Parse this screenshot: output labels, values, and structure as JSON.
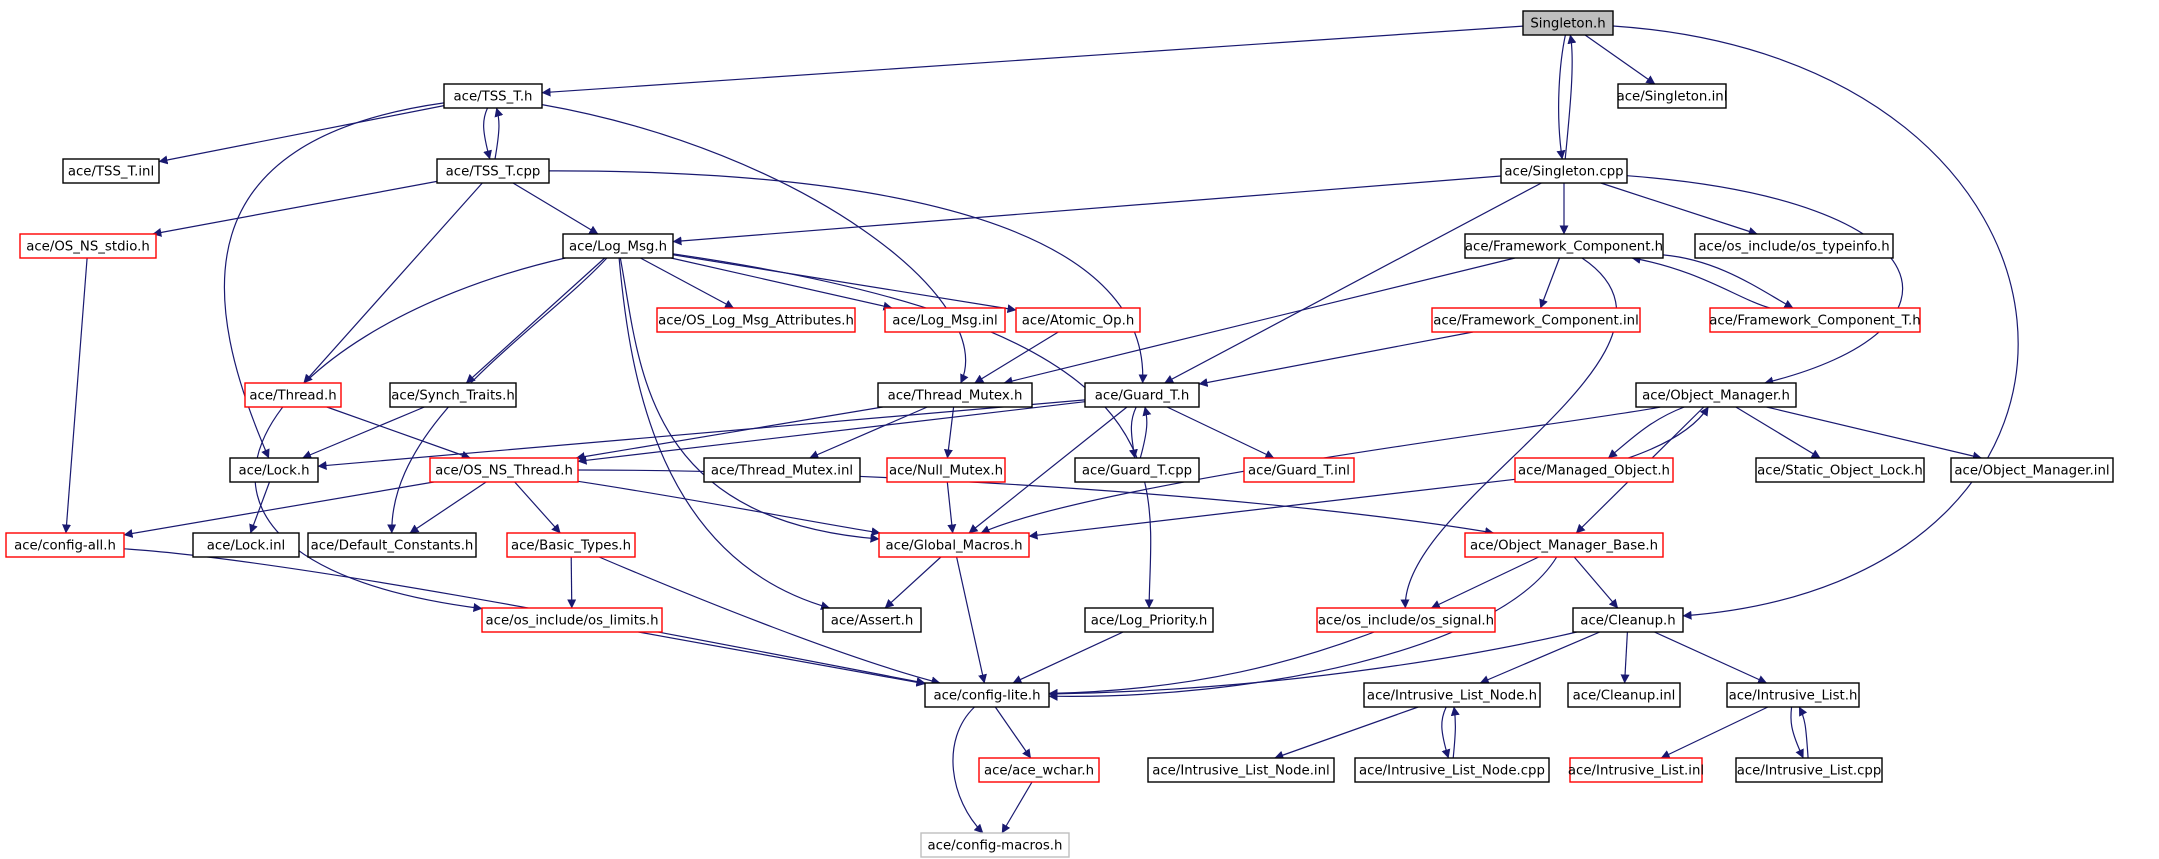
{
  "colors": {
    "edge": "#191970",
    "root_fill": "#bfbfbf",
    "plain_border": "#000000",
    "external_border": "#ff0000",
    "undocumented_border": "#bfbfbf",
    "background": "#ffffff"
  },
  "nodes": [
    {
      "id": "singleton_h",
      "label": "Singleton.h",
      "style": "root"
    },
    {
      "id": "tss_t_h",
      "label": "ace/TSS_T.h",
      "style": "plain"
    },
    {
      "id": "singleton_inl",
      "label": "ace/Singleton.inl",
      "style": "plain"
    },
    {
      "id": "tss_t_inl",
      "label": "ace/TSS_T.inl",
      "style": "plain"
    },
    {
      "id": "tss_t_cpp",
      "label": "ace/TSS_T.cpp",
      "style": "plain"
    },
    {
      "id": "singleton_cpp",
      "label": "ace/Singleton.cpp",
      "style": "plain"
    },
    {
      "id": "os_ns_stdio",
      "label": "ace/OS_NS_stdio.h",
      "style": "external"
    },
    {
      "id": "log_msg_h",
      "label": "ace/Log_Msg.h",
      "style": "plain"
    },
    {
      "id": "framework_component_h",
      "label": "ace/Framework_Component.h",
      "style": "plain"
    },
    {
      "id": "os_typeinfo",
      "label": "ace/os_include/os_typeinfo.h",
      "style": "plain"
    },
    {
      "id": "os_log_msg_attributes",
      "label": "ace/OS_Log_Msg_Attributes.h",
      "style": "external"
    },
    {
      "id": "log_msg_inl",
      "label": "ace/Log_Msg.inl",
      "style": "external"
    },
    {
      "id": "atomic_op",
      "label": "ace/Atomic_Op.h",
      "style": "external"
    },
    {
      "id": "framework_component_inl",
      "label": "ace/Framework_Component.inl",
      "style": "external"
    },
    {
      "id": "framework_component_t",
      "label": "ace/Framework_Component_T.h",
      "style": "external"
    },
    {
      "id": "thread_h",
      "label": "ace/Thread.h",
      "style": "external"
    },
    {
      "id": "synch_traits",
      "label": "ace/Synch_Traits.h",
      "style": "plain"
    },
    {
      "id": "thread_mutex_h",
      "label": "ace/Thread_Mutex.h",
      "style": "plain"
    },
    {
      "id": "guard_t_h",
      "label": "ace/Guard_T.h",
      "style": "plain"
    },
    {
      "id": "object_manager_h",
      "label": "ace/Object_Manager.h",
      "style": "plain"
    },
    {
      "id": "lock_h",
      "label": "ace/Lock.h",
      "style": "plain"
    },
    {
      "id": "os_ns_thread",
      "label": "ace/OS_NS_Thread.h",
      "style": "external"
    },
    {
      "id": "thread_mutex_inl",
      "label": "ace/Thread_Mutex.inl",
      "style": "plain"
    },
    {
      "id": "null_mutex",
      "label": "ace/Null_Mutex.h",
      "style": "external"
    },
    {
      "id": "guard_t_cpp",
      "label": "ace/Guard_T.cpp",
      "style": "plain"
    },
    {
      "id": "guard_t_inl",
      "label": "ace/Guard_T.inl",
      "style": "external"
    },
    {
      "id": "managed_object",
      "label": "ace/Managed_Object.h",
      "style": "external"
    },
    {
      "id": "static_object_lock",
      "label": "ace/Static_Object_Lock.h",
      "style": "plain"
    },
    {
      "id": "object_manager_inl",
      "label": "ace/Object_Manager.inl",
      "style": "plain"
    },
    {
      "id": "config_all",
      "label": "ace/config-all.h",
      "style": "external"
    },
    {
      "id": "lock_inl",
      "label": "ace/Lock.inl",
      "style": "plain"
    },
    {
      "id": "default_constants",
      "label": "ace/Default_Constants.h",
      "style": "plain"
    },
    {
      "id": "basic_types",
      "label": "ace/Basic_Types.h",
      "style": "external"
    },
    {
      "id": "global_macros",
      "label": "ace/Global_Macros.h",
      "style": "external"
    },
    {
      "id": "object_manager_base",
      "label": "ace/Object_Manager_Base.h",
      "style": "external"
    },
    {
      "id": "os_limits",
      "label": "ace/os_include/os_limits.h",
      "style": "external"
    },
    {
      "id": "assert_h",
      "label": "ace/Assert.h",
      "style": "plain"
    },
    {
      "id": "log_priority",
      "label": "ace/Log_Priority.h",
      "style": "plain"
    },
    {
      "id": "os_signal",
      "label": "ace/os_include/os_signal.h",
      "style": "external"
    },
    {
      "id": "cleanup_h",
      "label": "ace/Cleanup.h",
      "style": "plain"
    },
    {
      "id": "config_lite",
      "label": "ace/config-lite.h",
      "style": "plain"
    },
    {
      "id": "intrusive_list_node_h",
      "label": "ace/Intrusive_List_Node.h",
      "style": "plain"
    },
    {
      "id": "cleanup_inl",
      "label": "ace/Cleanup.inl",
      "style": "plain"
    },
    {
      "id": "intrusive_list_h",
      "label": "ace/Intrusive_List.h",
      "style": "plain"
    },
    {
      "id": "ace_wchar",
      "label": "ace/ace_wchar.h",
      "style": "external"
    },
    {
      "id": "intrusive_list_node_inl",
      "label": "ace/Intrusive_List_Node.inl",
      "style": "plain"
    },
    {
      "id": "intrusive_list_node_cpp",
      "label": "ace/Intrusive_List_Node.cpp",
      "style": "plain"
    },
    {
      "id": "intrusive_list_inl",
      "label": "ace/Intrusive_List.inl",
      "style": "external"
    },
    {
      "id": "intrusive_list_cpp",
      "label": "ace/Intrusive_List.cpp",
      "style": "plain"
    },
    {
      "id": "config_macros",
      "label": "ace/config-macros.h",
      "style": "undocumented"
    }
  ],
  "edges": [
    [
      "singleton_h",
      "tss_t_h"
    ],
    [
      "singleton_h",
      "singleton_inl"
    ],
    [
      "singleton_h",
      "singleton_cpp"
    ],
    [
      "singleton_h",
      "cleanup_h"
    ],
    [
      "tss_t_h",
      "tss_t_inl"
    ],
    [
      "tss_t_h",
      "tss_t_cpp"
    ],
    [
      "tss_t_h",
      "lock_h"
    ],
    [
      "tss_t_h",
      "thread_mutex_h"
    ],
    [
      "tss_t_cpp",
      "tss_t_h"
    ],
    [
      "tss_t_cpp",
      "os_ns_stdio"
    ],
    [
      "tss_t_cpp",
      "log_msg_h"
    ],
    [
      "tss_t_cpp",
      "thread_h"
    ],
    [
      "tss_t_cpp",
      "guard_t_h"
    ],
    [
      "singleton_cpp",
      "singleton_h"
    ],
    [
      "singleton_cpp",
      "log_msg_h"
    ],
    [
      "singleton_cpp",
      "framework_component_h"
    ],
    [
      "singleton_cpp",
      "os_typeinfo"
    ],
    [
      "singleton_cpp",
      "guard_t_h"
    ],
    [
      "singleton_cpp",
      "object_manager_h"
    ],
    [
      "os_ns_stdio",
      "config_all"
    ],
    [
      "log_msg_h",
      "os_log_msg_attributes"
    ],
    [
      "log_msg_h",
      "log_msg_inl"
    ],
    [
      "log_msg_h",
      "atomic_op"
    ],
    [
      "log_msg_h",
      "synch_traits"
    ],
    [
      "log_msg_h",
      "default_constants"
    ],
    [
      "log_msg_h",
      "global_macros"
    ],
    [
      "log_msg_h",
      "assert_h"
    ],
    [
      "log_msg_h",
      "log_priority"
    ],
    [
      "log_msg_h",
      "os_limits"
    ],
    [
      "framework_component_h",
      "framework_component_inl"
    ],
    [
      "framework_component_h",
      "framework_component_t"
    ],
    [
      "framework_component_h",
      "thread_mutex_h"
    ],
    [
      "framework_component_h",
      "os_signal"
    ],
    [
      "framework_component_t",
      "framework_component_h"
    ],
    [
      "framework_component_inl",
      "guard_t_h"
    ],
    [
      "atomic_op",
      "thread_mutex_h"
    ],
    [
      "thread_h",
      "os_ns_thread"
    ],
    [
      "synch_traits",
      "lock_h"
    ],
    [
      "thread_mutex_h",
      "thread_mutex_inl"
    ],
    [
      "thread_mutex_h",
      "null_mutex"
    ],
    [
      "thread_mutex_h",
      "os_ns_thread"
    ],
    [
      "guard_t_h",
      "guard_t_cpp"
    ],
    [
      "guard_t_h",
      "guard_t_inl"
    ],
    [
      "guard_t_h",
      "lock_h"
    ],
    [
      "guard_t_h",
      "global_macros"
    ],
    [
      "guard_t_h",
      "os_ns_thread"
    ],
    [
      "guard_t_cpp",
      "guard_t_h"
    ],
    [
      "null_mutex",
      "global_macros"
    ],
    [
      "object_manager_h",
      "managed_object"
    ],
    [
      "object_manager_h",
      "static_object_lock"
    ],
    [
      "object_manager_h",
      "object_manager_inl"
    ],
    [
      "object_manager_h",
      "object_manager_base"
    ],
    [
      "object_manager_h",
      "global_macros"
    ],
    [
      "managed_object",
      "object_manager_h"
    ],
    [
      "managed_object",
      "global_macros"
    ],
    [
      "lock_h",
      "lock_inl"
    ],
    [
      "os_ns_thread",
      "config_all"
    ],
    [
      "os_ns_thread",
      "default_constants"
    ],
    [
      "os_ns_thread",
      "basic_types"
    ],
    [
      "os_ns_thread",
      "global_macros"
    ],
    [
      "os_ns_thread",
      "object_manager_base"
    ],
    [
      "config_all",
      "config_lite"
    ],
    [
      "basic_types",
      "os_limits"
    ],
    [
      "basic_types",
      "config_lite"
    ],
    [
      "global_macros",
      "assert_h"
    ],
    [
      "global_macros",
      "config_lite"
    ],
    [
      "object_manager_base",
      "cleanup_h"
    ],
    [
      "object_manager_base",
      "os_signal"
    ],
    [
      "object_manager_base",
      "config_lite"
    ],
    [
      "os_limits",
      "config_lite"
    ],
    [
      "log_priority",
      "config_lite"
    ],
    [
      "os_signal",
      "config_lite"
    ],
    [
      "cleanup_h",
      "config_lite"
    ],
    [
      "cleanup_h",
      "intrusive_list_node_h"
    ],
    [
      "cleanup_h",
      "cleanup_inl"
    ],
    [
      "cleanup_h",
      "intrusive_list_h"
    ],
    [
      "config_lite",
      "ace_wchar"
    ],
    [
      "config_lite",
      "config_macros"
    ],
    [
      "ace_wchar",
      "config_macros"
    ],
    [
      "intrusive_list_node_h",
      "intrusive_list_node_inl"
    ],
    [
      "intrusive_list_node_h",
      "intrusive_list_node_cpp"
    ],
    [
      "intrusive_list_node_cpp",
      "intrusive_list_node_h"
    ],
    [
      "intrusive_list_h",
      "intrusive_list_inl"
    ],
    [
      "intrusive_list_h",
      "intrusive_list_cpp"
    ],
    [
      "intrusive_list_cpp",
      "intrusive_list_h"
    ]
  ]
}
